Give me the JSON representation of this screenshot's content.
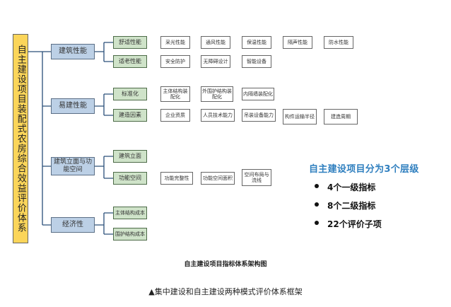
{
  "root": {
    "label": "自主建设项目装配式农房综合效益评价体系"
  },
  "level1": [
    {
      "label": "建筑性能"
    },
    {
      "label": "易建性能"
    },
    {
      "label": "建筑立面与功能空间"
    },
    {
      "label": "经济性"
    }
  ],
  "level2": [
    {
      "label": "舒适性能"
    },
    {
      "label": "适老性能"
    },
    {
      "label": "标准化"
    },
    {
      "label": "建造因素"
    },
    {
      "label": "建筑立面"
    },
    {
      "label": "功能空间"
    },
    {
      "label": "主体结构成本"
    },
    {
      "label": "围护结构成本"
    }
  ],
  "level3": [
    {
      "label": "采光性能"
    },
    {
      "label": "通风性能"
    },
    {
      "label": "保温性能"
    },
    {
      "label": "隔声性能"
    },
    {
      "label": "防水性能"
    },
    {
      "label": "安全防护"
    },
    {
      "label": "无障碍设计"
    },
    {
      "label": "智能设备"
    },
    {
      "label": "主体结构装配化"
    },
    {
      "label": "外围护结构装配化"
    },
    {
      "label": "内隔墙装配化"
    },
    {
      "label": "企业资质"
    },
    {
      "label": "人员技术能力"
    },
    {
      "label": "吊装设备能力"
    },
    {
      "label": "构件运输半径"
    },
    {
      "label": "建造周期"
    },
    {
      "label": "功能完整性"
    },
    {
      "label": "功能空间面积"
    },
    {
      "label": "空间布局与流线"
    }
  ],
  "summary": {
    "title": "自主建设项目分为3个层级",
    "items": [
      "4个一级指标",
      "8个二级指标",
      "22个评价子项"
    ]
  },
  "diagram_title": "自主建设项目指标体系架构图",
  "caption": "▲集中建设和自主建设两种模式评价体系框架"
}
